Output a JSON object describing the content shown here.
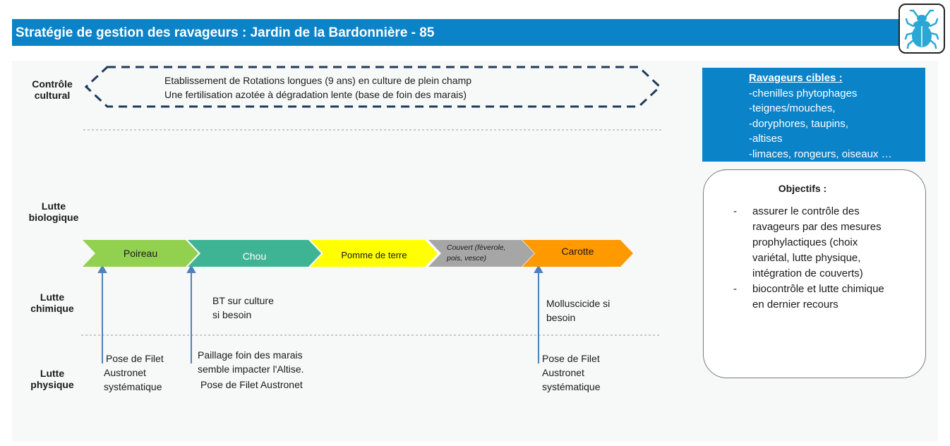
{
  "header": {
    "title": "Stratégie de gestion des ravageurs : Jardin de la Bardonnière - 85",
    "icon": "beetle-icon",
    "icon_color": "#29a8d6",
    "bar_color": "#0a83c9"
  },
  "rows": {
    "cultural": [
      "Contrôle",
      "cultural"
    ],
    "biological": [
      "Lutte",
      "biologique"
    ],
    "chemical": [
      "Lutte",
      "chimique"
    ],
    "physical": [
      "Lutte",
      "physique"
    ]
  },
  "cultural_control": {
    "line1": "Etablissement de Rotations longues (9 ans) en culture de plein champ",
    "line2": "Une fertilisation azotée à dégradation lente (base de foin des marais)"
  },
  "rotation": [
    {
      "label": "Poireau",
      "color": "#92d050"
    },
    {
      "label": "Chou",
      "color": "#3fb495"
    },
    {
      "label": "Pomme de terre",
      "color": "#ffff00"
    },
    {
      "label": [
        "Couvert (fèverole,",
        "pois, vesce)"
      ],
      "color": "#a6a6a6"
    },
    {
      "label": "Carotte",
      "color": "#ff9900"
    }
  ],
  "chemical": {
    "chou": [
      "BT sur culture",
      "si besoin"
    ],
    "carotte": [
      "Molluscicide si",
      "besoin"
    ]
  },
  "physical": {
    "poireau": [
      "Pose de Filet",
      "Austronet",
      "systématique"
    ],
    "chou": [
      "Paillage foin des marais",
      "semble impacter l'Altise.",
      "Pose de Filet Austronet"
    ],
    "carotte": [
      "Pose de Filet",
      "Austronet",
      "systématique"
    ]
  },
  "ravageurs": {
    "title": "Ravageurs cibles :",
    "items": [
      "-chenilles phytophages",
      "-teignes/mouches,",
      "-doryphores, taupins,",
      "-altises",
      "-limaces, rongeurs, oiseaux …"
    ]
  },
  "objectifs": {
    "title": "Objectifs :",
    "items": [
      [
        "assurer le contrôle des",
        "ravageurs par des mesures",
        "prophylactiques (choix",
        "variétal, lutte physique,",
        "intégration de couverts)"
      ],
      [
        "biocontrôle et lutte chimique",
        "en dernier recours"
      ]
    ]
  },
  "colors": {
    "arrow": "#4f81bd",
    "dash_line": "#1f3b5c"
  }
}
